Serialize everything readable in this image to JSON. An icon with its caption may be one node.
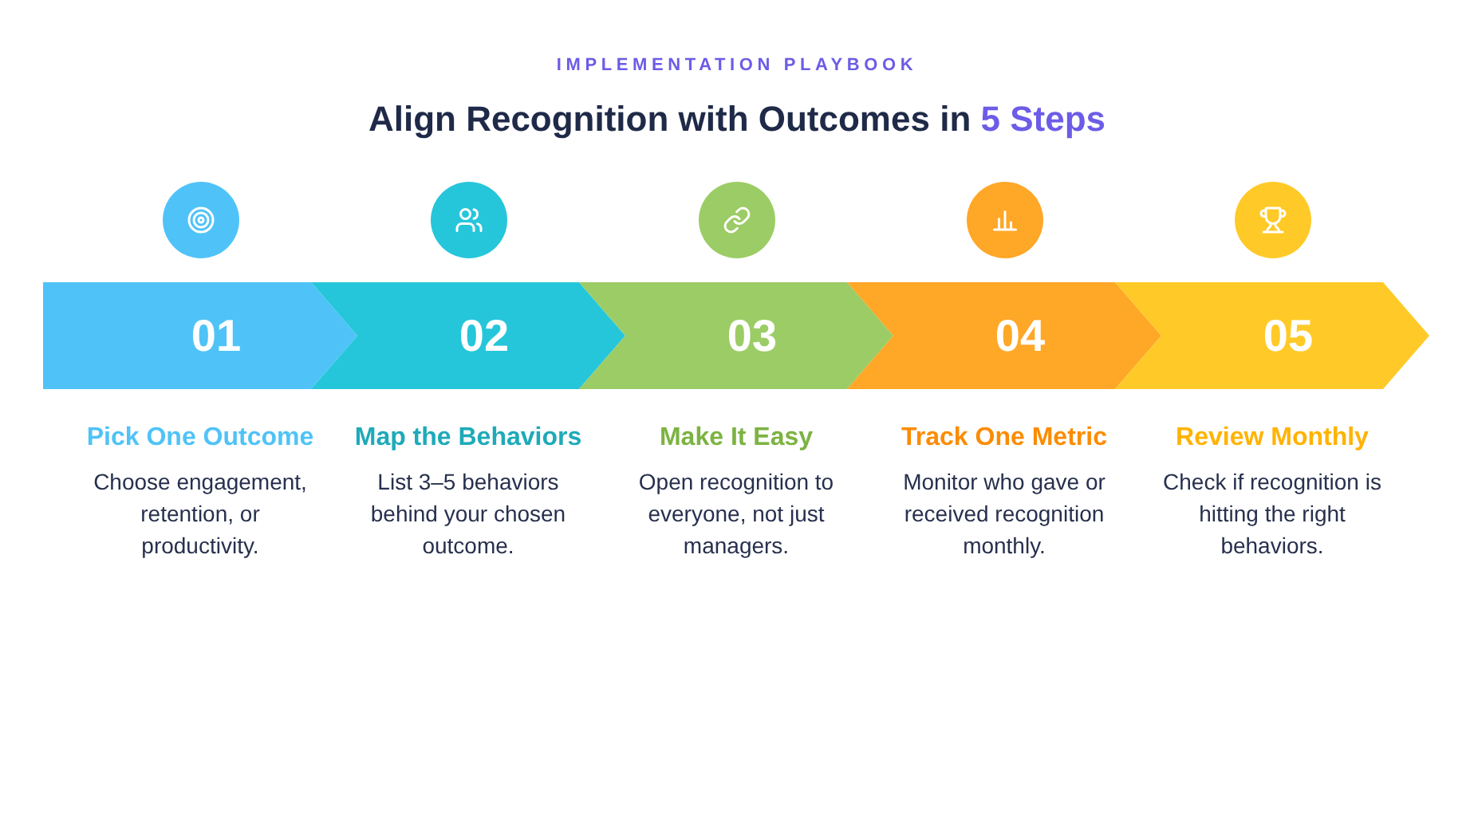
{
  "diagram": {
    "title": "Align Recognition with Outcomes in **5 Steps**",
    "labels": [
      "IMPLEMENTATION PLAYBOOK"
    ],
    "nodes": [
      {
        "text": [
          "01"
        ],
        "beside": [
          "Pick One Outcome",
          "Choose engagement, retention, or productivity."
        ]
      },
      {
        "text": [
          "02"
        ],
        "beside": [
          "Map the Behaviors",
          "List 3–5 behaviors behind your chosen outcome."
        ]
      },
      {
        "text": [
          "03"
        ],
        "beside": [
          "Make It Easy",
          "Open recognition to everyone, not just managers."
        ]
      },
      {
        "text": [
          "04"
        ],
        "beside": [
          "Track One Metric",
          "Monitor who gave or received recognition monthly."
        ]
      },
      {
        "text": [
          "05"
        ],
        "beside": [
          "Review Monthly",
          "Check if recognition is hitting the right behaviors."
        ]
      }
    ]
  }
}
